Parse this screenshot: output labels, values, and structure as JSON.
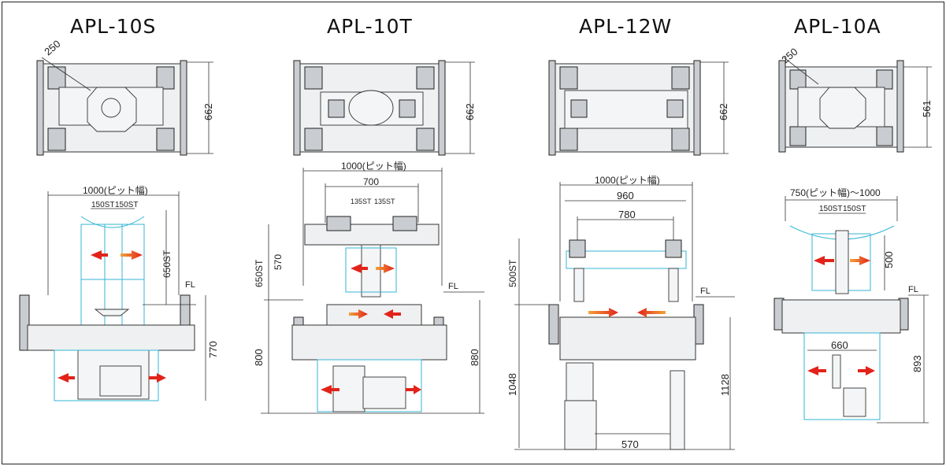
{
  "models": [
    {
      "name": "APL-10S",
      "plan_dims": [
        "250",
        "662"
      ],
      "elev_dims": [
        "1000(ピット幅)",
        "150ST",
        "150ST",
        "650ST",
        "FL",
        "770"
      ]
    },
    {
      "name": "APL-10T",
      "plan_dims": [
        "662"
      ],
      "elev_dims": [
        "1000(ピット幅)",
        "700",
        "135ST",
        "135ST",
        "650ST",
        "570",
        "FL",
        "800",
        "880"
      ]
    },
    {
      "name": "APL-12W",
      "plan_dims": [
        "662"
      ],
      "elev_dims": [
        "1000(ピット幅)",
        "960",
        "780",
        "500ST",
        "FL",
        "1048",
        "1128",
        "570"
      ]
    },
    {
      "name": "APL-10A",
      "plan_dims": [
        "250",
        "561"
      ],
      "elev_dims": [
        "750(ピット幅)～1000",
        "150ST",
        "150ST",
        "500",
        "FL",
        "660",
        "893"
      ]
    }
  ],
  "colors": {
    "line": "#333333",
    "cyan": "#33b6d6",
    "arrow_start": "#f2a33a",
    "arrow_end": "#e2231a",
    "fill": "#eef0f2"
  }
}
